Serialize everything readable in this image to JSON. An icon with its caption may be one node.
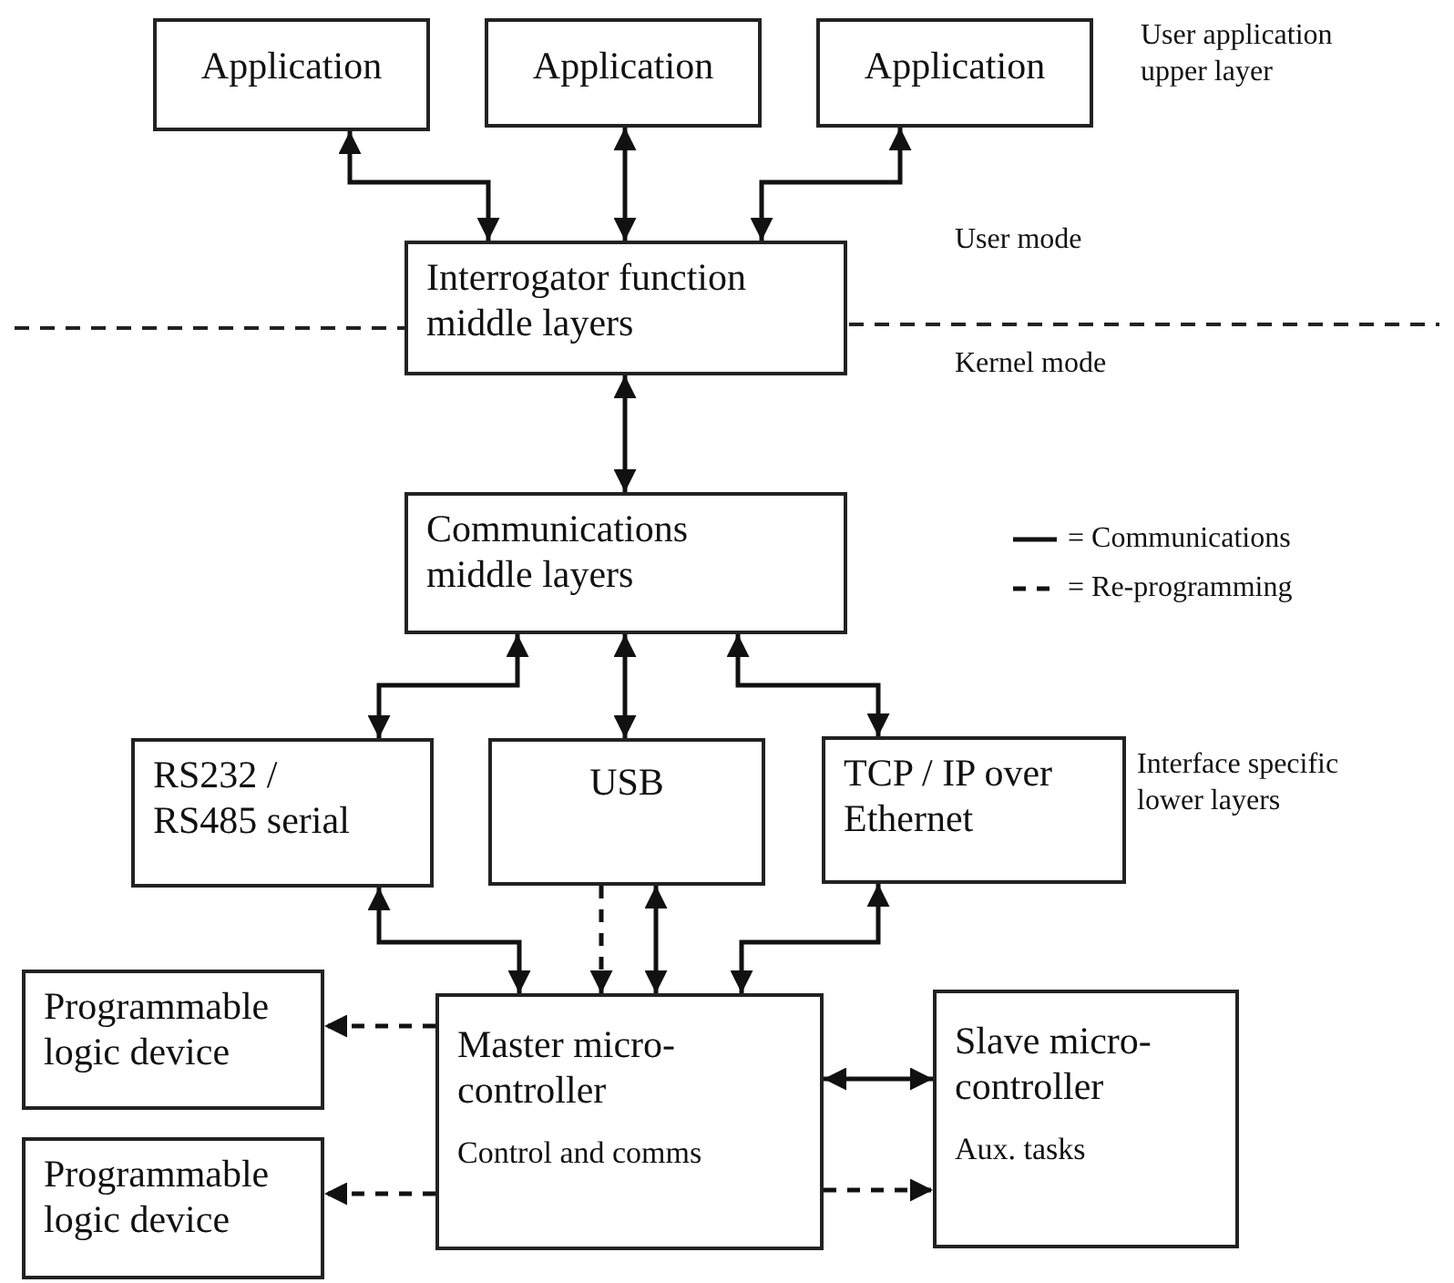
{
  "diagram": {
    "nodes": [
      {
        "text": [
          "Application"
        ]
      },
      {
        "text": [
          "Application"
        ]
      },
      {
        "text": [
          "Application"
        ]
      },
      {
        "text": [
          "Interrogator function middle layers"
        ]
      },
      {
        "text": [
          "Communications middle layers"
        ]
      },
      {
        "text": [
          "RS232 / RS485 serial"
        ]
      },
      {
        "text": [
          "USB"
        ]
      },
      {
        "text": [
          "TCP / IP over Ethernet"
        ]
      },
      {
        "text": [
          "Programmable logic device"
        ]
      },
      {
        "text": [
          "Master micro-controller",
          "Control and comms"
        ]
      },
      {
        "text": [
          "Slave micro-controller",
          "Aux. tasks"
        ]
      },
      {
        "text": [
          "Programmable logic device"
        ]
      }
    ],
    "edges": [
      {
        "from": 0,
        "to": 3,
        "arrow": "both"
      },
      {
        "from": 1,
        "to": 3,
        "arrow": "both"
      },
      {
        "from": 2,
        "to": 3,
        "arrow": "both"
      },
      {
        "from": 3,
        "to": 4,
        "arrow": "both"
      },
      {
        "from": 4,
        "to": 5,
        "arrow": "both"
      },
      {
        "from": 4,
        "to": 6,
        "arrow": "both"
      },
      {
        "from": 4,
        "to": 7,
        "arrow": "both"
      },
      {
        "from": 5,
        "to": 9,
        "arrow": "both"
      },
      {
        "from": 6,
        "to": 9,
        "arrow": "to",
        "style": "dashed"
      },
      {
        "from": 6,
        "to": 9,
        "arrow": "both"
      },
      {
        "from": 7,
        "to": 9,
        "arrow": "both"
      },
      {
        "from": 9,
        "to": 8,
        "arrow": "to",
        "style": "dashed"
      },
      {
        "from": 9,
        "to": 10,
        "arrow": "both"
      },
      {
        "from": 9,
        "to": 11,
        "arrow": "to",
        "style": "dashed"
      },
      {
        "from": 9,
        "to": 10,
        "arrow": "to",
        "style": "dashed"
      }
    ],
    "labels": [
      "User application upper layer",
      "User mode",
      "Kernel mode",
      "Interface specific lower layers"
    ],
    "legend": [
      {
        "text": "= Communications"
      },
      {
        "text": "= Re-programming"
      }
    ]
  }
}
